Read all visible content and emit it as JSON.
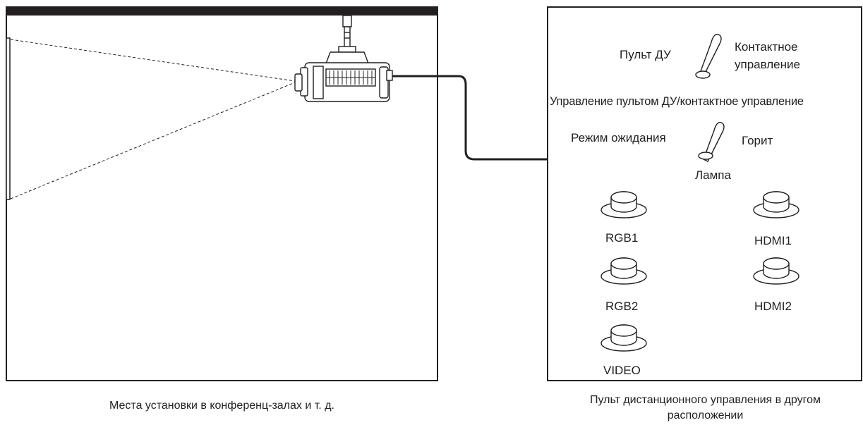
{
  "left_panel": {
    "caption": "Места установки в конференц-залах и т. д."
  },
  "right_panel": {
    "caption_line1": "Пульт дистанционного управления в другом",
    "caption_line2": "расположении",
    "switch1": {
      "left_label": "Пульт ДУ",
      "right_label_line1": "Контактное",
      "right_label_line2": "управление",
      "caption": "Управление пультом ДУ/контактное управление"
    },
    "switch2": {
      "left_label": "Режим ожидания",
      "right_label": "Горит",
      "caption": "Лампа"
    },
    "buttons": {
      "rgb1": "RGB1",
      "hdmi1": "HDMI1",
      "rgb2": "RGB2",
      "hdmi2": "HDMI2",
      "video": "VIDEO"
    }
  }
}
